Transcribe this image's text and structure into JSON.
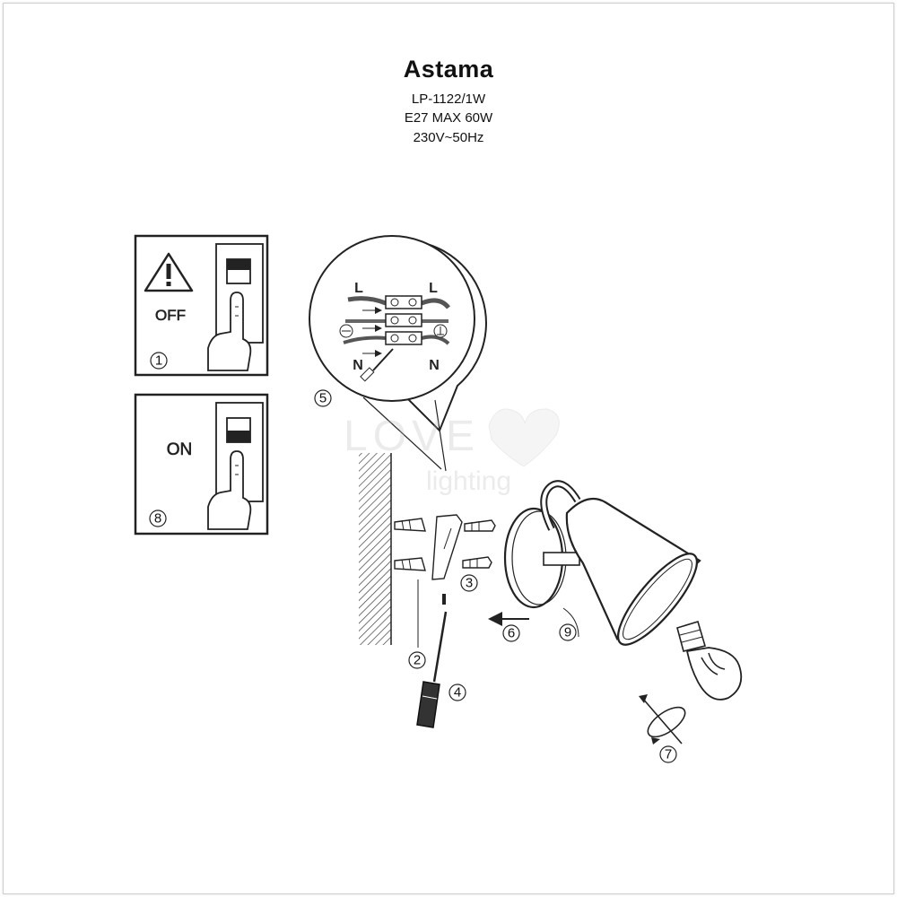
{
  "header": {
    "title": "Astama",
    "model": "LP-1122/1W",
    "spec_lamp": "E27 MAX 60W",
    "spec_power": "230V~50Hz"
  },
  "panel_off": {
    "label": "OFF",
    "step": "1"
  },
  "panel_on": {
    "label": "ON",
    "step": "8"
  },
  "wiring": {
    "step": "5",
    "left_live": "L",
    "right_live": "L",
    "left_neutral": "N",
    "right_neutral": "N"
  },
  "steps": {
    "anchors": "2",
    "bracket": "3",
    "screwdriver": "4",
    "arrow_mount": "6",
    "bulb": "7",
    "fixture": "9"
  },
  "watermark": {
    "brand_top": "LOVE",
    "brand_bottom": "lighting"
  },
  "icons": [
    "warning-icon",
    "switch-icon",
    "hand-pointer-icon",
    "ground-icon",
    "screwdriver-icon",
    "bulb-icon",
    "rotate-icon",
    "arrow-left-icon"
  ]
}
